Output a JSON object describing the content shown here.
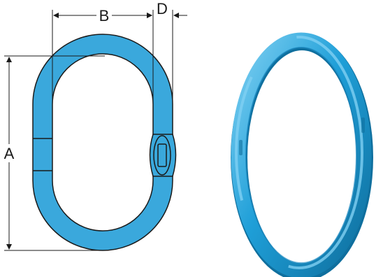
{
  "dimensions": {
    "a_label": "A",
    "b_label": "B",
    "d_label": "D"
  },
  "colors": {
    "link_fill": "#3aa8dc",
    "link_outline": "#1a1a1a",
    "photo_ring_main": "#1f9fd8",
    "photo_ring_highlight": "#7fd0f2",
    "photo_ring_shadow": "#0f6f9e"
  }
}
